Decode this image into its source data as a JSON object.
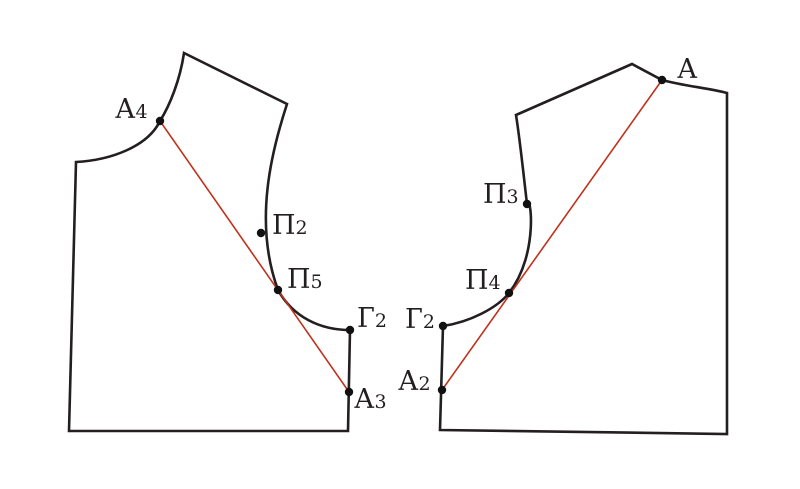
{
  "colors": {
    "outline": "#231f20",
    "guide_line": "#c0311b",
    "point": "#111111",
    "background": "#ffffff"
  },
  "left_piece": {
    "points": {
      "A4": {
        "letter": "А",
        "index": "4"
      },
      "P2": {
        "letter": "П",
        "index": "2"
      },
      "P5": {
        "letter": "П",
        "index": "5"
      },
      "G2": {
        "letter": "Г",
        "index": "2"
      },
      "A3": {
        "letter": "А",
        "index": "3"
      }
    },
    "guide": {
      "from": "A4",
      "to": "A3",
      "through": "P5"
    }
  },
  "right_piece": {
    "points": {
      "A": {
        "letter": "А",
        "index": ""
      },
      "P3": {
        "letter": "П",
        "index": "3"
      },
      "P4": {
        "letter": "П",
        "index": "4"
      },
      "G2": {
        "letter": "Г",
        "index": "2"
      },
      "A2": {
        "letter": "А",
        "index": "2"
      }
    },
    "guide": {
      "from": "A",
      "to": "A2",
      "through": "P4"
    }
  }
}
